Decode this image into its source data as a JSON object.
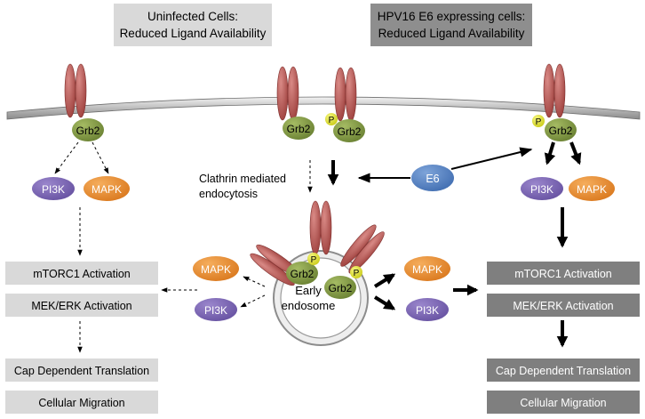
{
  "headers": {
    "left": [
      "Uninfected Cells:",
      "Reduced Ligand Availability"
    ],
    "right": [
      "HPV16 E6 expressing cells:",
      "Reduced Ligand Availability"
    ]
  },
  "proteins": {
    "grb2": "Grb2",
    "pi3k": "PI3K",
    "mapk": "MAPK",
    "e6": "E6",
    "phospho": "P"
  },
  "endocytosis_label": [
    "Clathrin mediated",
    "endocytosis"
  ],
  "endosome_label": [
    "Early",
    "endosome"
  ],
  "left_outcomes": [
    "mTORC1 Activation",
    "MEK/ERK Activation",
    "Cap Dependent Translation",
    "Cellular Migration"
  ],
  "right_outcomes": [
    "mTORC1 Activation",
    "MEK/ERK Activation",
    "Cap Dependent Translation",
    "Cellular Migration"
  ],
  "colors": {
    "receptor": "#b5514f",
    "grb2": "#7c9440",
    "pi3k": "#7a64b0",
    "mapk": "#e98a2a",
    "e6": "#4f7fc0",
    "phospho": "#e3e42b",
    "box_light": "#d9d9d9",
    "box_dark": "#7f7f7f",
    "header_right": "#8e8e8e",
    "header_left": "#d9d9d9"
  }
}
